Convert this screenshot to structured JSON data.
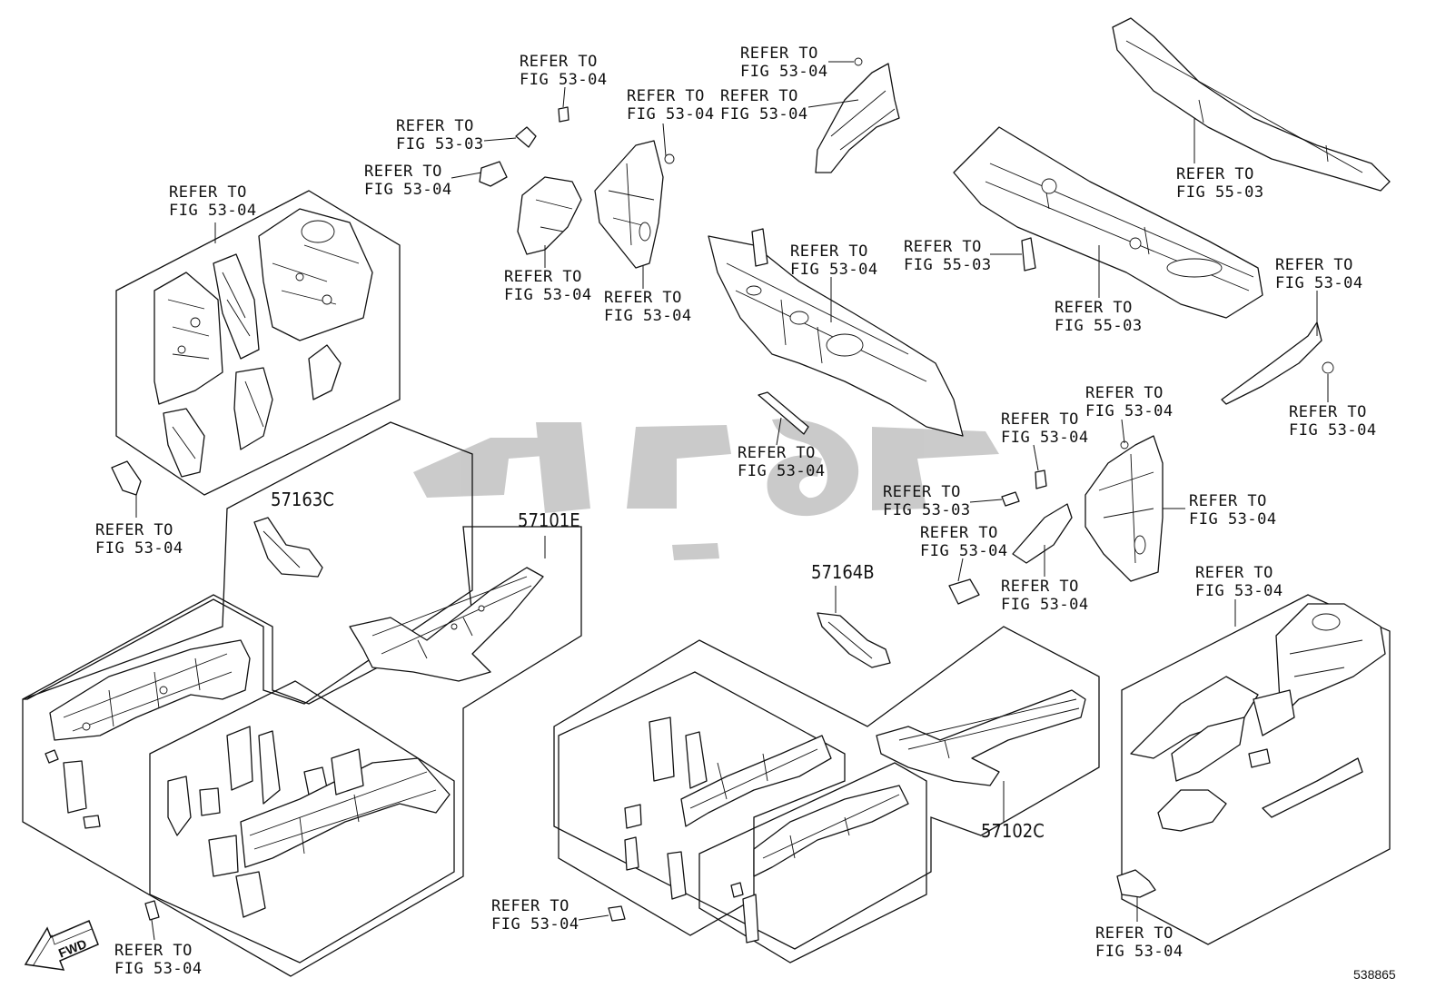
{
  "part_numbers": [
    "57163C",
    "57101E",
    "57164B",
    "57102C"
  ],
  "refer_labels": [
    {
      "l1": "REFER TO",
      "l2": "FIG 53-04"
    },
    {
      "l1": "REFER TO",
      "l2": "FIG 53-03"
    },
    {
      "l1": "REFER TO",
      "l2": "FIG 53-04"
    },
    {
      "l1": "REFER TO",
      "l2": "FIG 53-04"
    },
    {
      "l1": "REFER TO",
      "l2": "FIG 53-04"
    },
    {
      "l1": "REFER TO",
      "l2": "FIG 53-04"
    },
    {
      "l1": "REFER TO",
      "l2": "FIG 53-04"
    },
    {
      "l1": "REFER TO",
      "l2": "FIG 53-04"
    },
    {
      "l1": "REFER TO",
      "l2": "FIG 53-04"
    },
    {
      "l1": "REFER TO",
      "l2": "FIG 53-04"
    },
    {
      "l1": "REFER TO",
      "l2": "FIG 55-03"
    },
    {
      "l1": "REFER TO",
      "l2": "FIG 55-03"
    },
    {
      "l1": "REFER TO",
      "l2": "FIG 55-03"
    },
    {
      "l1": "REFER TO",
      "l2": "FIG 53-04"
    },
    {
      "l1": "REFER TO",
      "l2": "FIG 53-04"
    },
    {
      "l1": "REFER TO",
      "l2": "FIG 53-04"
    },
    {
      "l1": "REFER TO",
      "l2": "FIG 53-04"
    },
    {
      "l1": "REFER TO",
      "l2": "FIG 53-03"
    },
    {
      "l1": "REFER TO",
      "l2": "FIG 53-04"
    },
    {
      "l1": "REFER TO",
      "l2": "FIG 53-04"
    },
    {
      "l1": "REFER TO",
      "l2": "FIG 53-04"
    },
    {
      "l1": "REFER TO",
      "l2": "FIG 53-04"
    },
    {
      "l1": "REFER TO",
      "l2": "FIG 53-04"
    },
    {
      "l1": "REFER TO",
      "l2": "FIG 53-04"
    },
    {
      "l1": "REFER TO",
      "l2": "FIG 53-04"
    },
    {
      "l1": "REFER TO",
      "l2": "FIG 53-04"
    }
  ],
  "fwd_label": "FWD",
  "diagram_number": "538865",
  "watermark_color": "#c8c8c8"
}
